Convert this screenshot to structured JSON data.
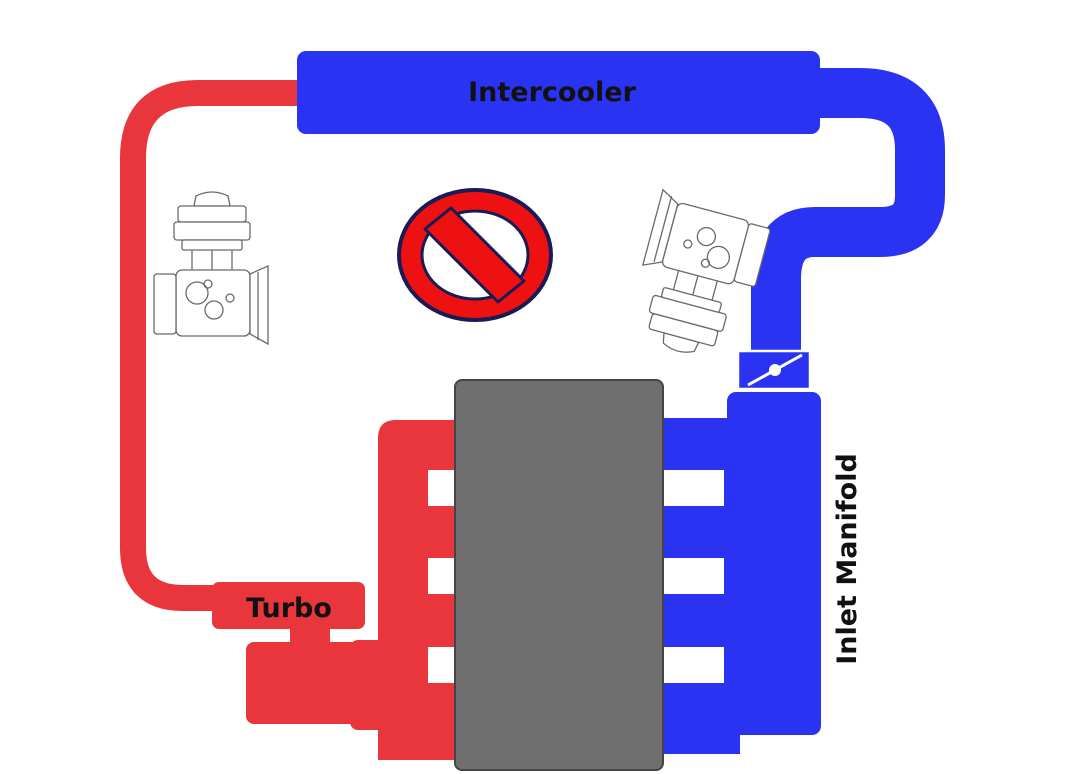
{
  "labels": {
    "intercooler": "Intercooler",
    "turbo": "Turbo",
    "inlet_manifold": "Inlet Manifold"
  },
  "colors": {
    "hot_side": "#e8363c",
    "cold_side": "#2b33f2",
    "engine_block": "#6f6f6f",
    "prohibited_sign": "#ee1111",
    "prohibited_outline": "#1a1a55"
  },
  "icons": {
    "prohibition": "prohibited-sign-icon",
    "valve_left": "blow-off-valve-icon",
    "valve_right": "blow-off-valve-icon",
    "throttle": "throttle-butterfly-icon"
  }
}
